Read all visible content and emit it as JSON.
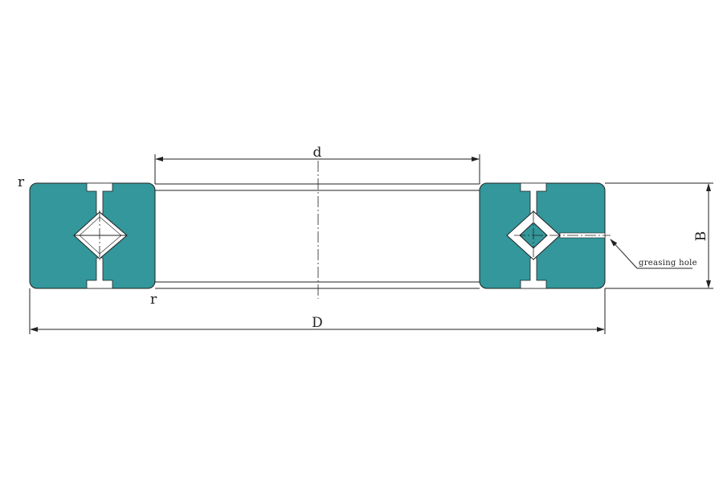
{
  "labels": {
    "d": "d",
    "D": "D",
    "B": "B",
    "r_top": "r",
    "r_bottom": "r",
    "greasing_hole": "greasing hole"
  },
  "colors": {
    "section_fill": "#33979b",
    "line": "#222222",
    "background": "#ffffff"
  }
}
